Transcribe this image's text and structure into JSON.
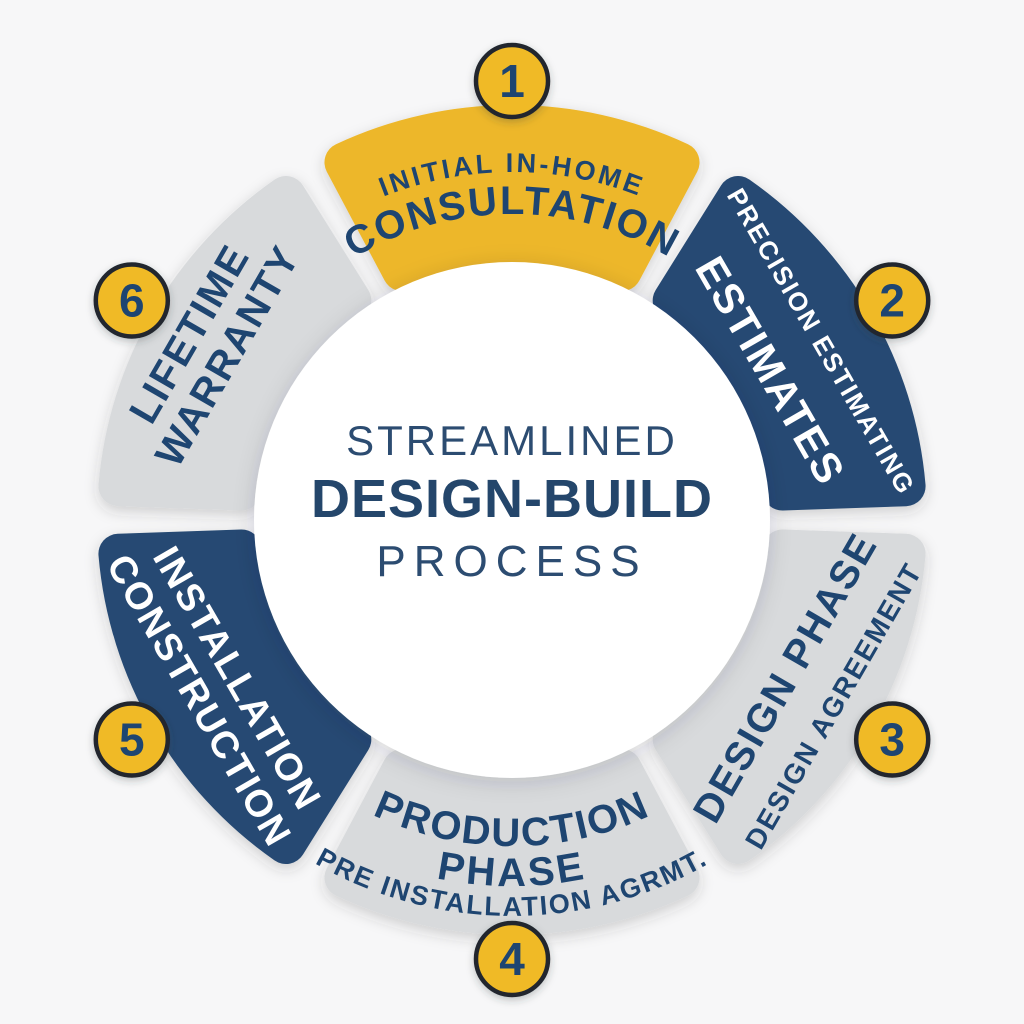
{
  "background_color": "#F7F7F8",
  "center": {
    "title_line1": "STREAMLINED",
    "title_line2": "DESIGN-BUILD",
    "title_line3": "PROCESS"
  },
  "colors": {
    "gold": "#EDB72B",
    "gold_badge": "#F0BA26",
    "navy": "#254A73",
    "light_gray": "#D8DADC",
    "text_navy": "#1E4571",
    "title_navy": "#2C4C71",
    "title_navy_bold": "#24466B",
    "badge_ring": "#23272E",
    "white": "#FFFFFF"
  },
  "steps": [
    {
      "number": "1",
      "fill": "gold",
      "text": "text_navy",
      "lines": [
        "INITIAL IN-HOME",
        "CONSULTATION"
      ]
    },
    {
      "number": "2",
      "fill": "navy",
      "text": "white",
      "lines": [
        "PRECISION ESTIMATING",
        "ESTIMATES"
      ]
    },
    {
      "number": "3",
      "fill": "light_gray",
      "text": "text_navy",
      "lines": [
        "DESIGN PHASE",
        "DESIGN AGREEMENT"
      ]
    },
    {
      "number": "4",
      "fill": "light_gray",
      "text": "text_navy",
      "lines": [
        "PRODUCTION",
        "PHASE",
        "PRE INSTALLATION AGRMT."
      ]
    },
    {
      "number": "5",
      "fill": "navy",
      "text": "white",
      "lines": [
        "INSTALLATION",
        "CONSTRUCTION"
      ]
    },
    {
      "number": "6",
      "fill": "light_gray",
      "text": "text_navy",
      "lines": [
        "LIFETIME",
        "WARRANTY"
      ]
    }
  ]
}
